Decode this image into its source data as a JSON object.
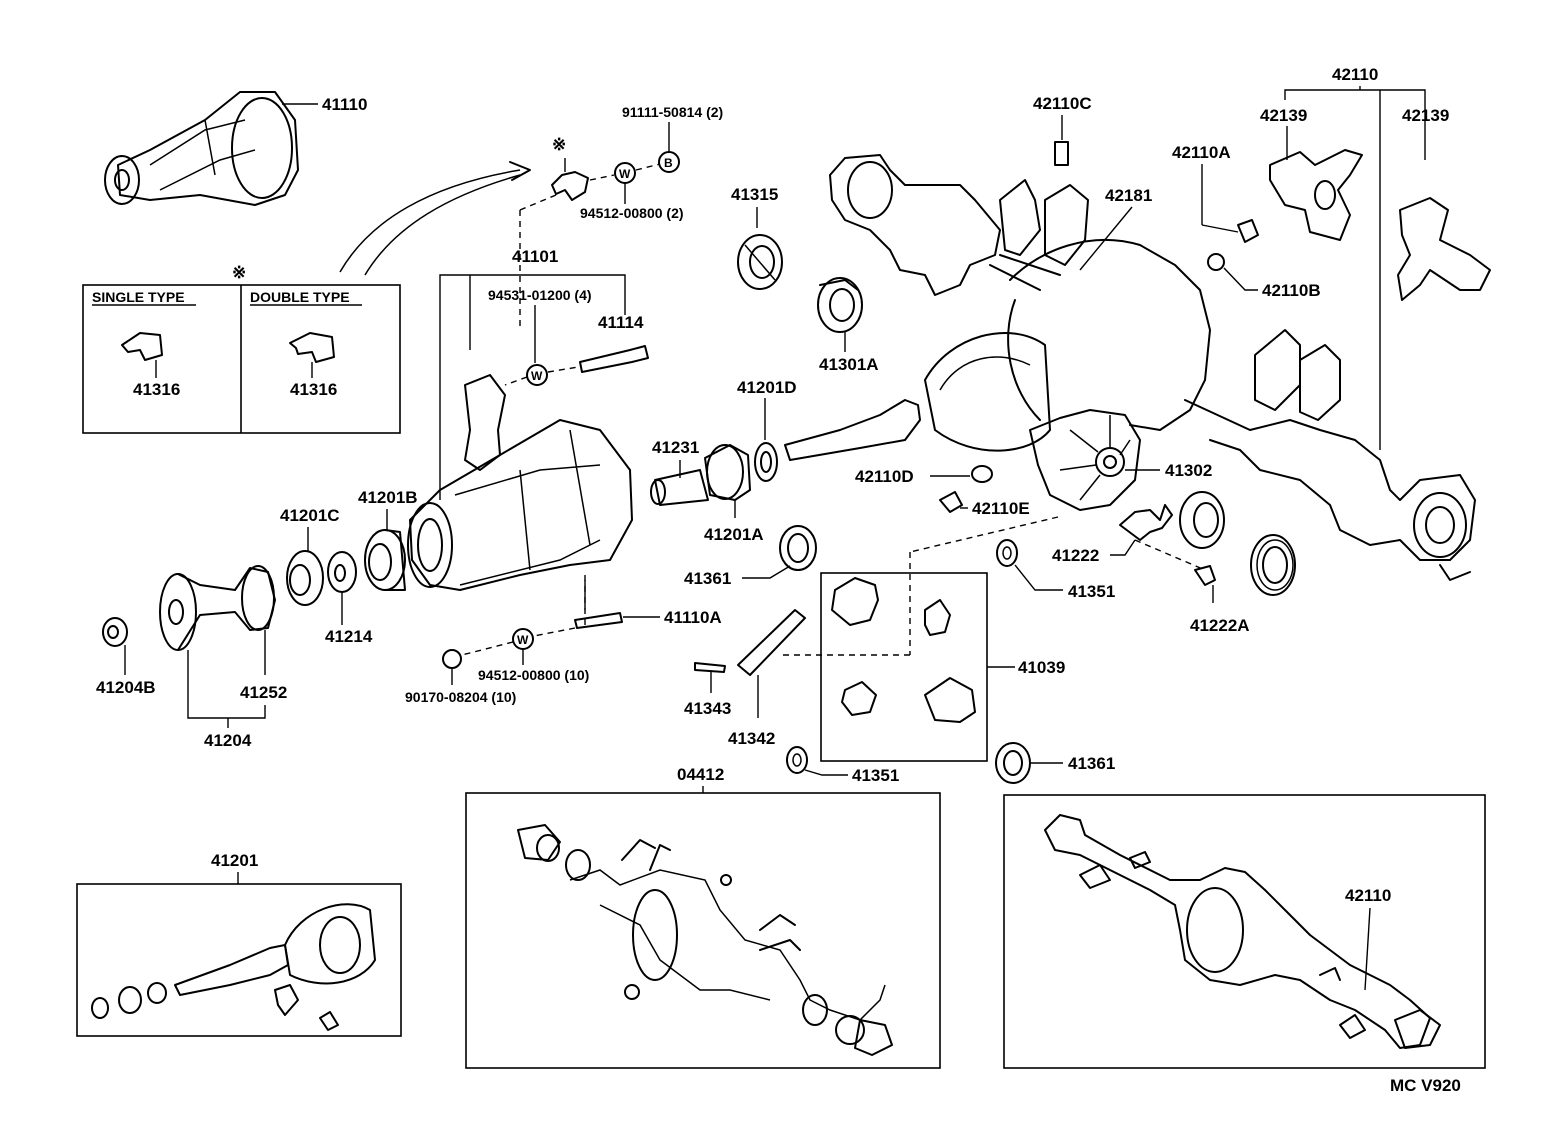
{
  "labels": {
    "p41110": "41110",
    "p91111": "91111-50814 (2)",
    "p94512a": "94512-00800 (2)",
    "p41101": "41101",
    "p94531": "94531-01200 (4)",
    "p41114": "41114",
    "p41315": "41315",
    "p41301A": "41301A",
    "p42110C": "42110C",
    "p42110A": "42110A",
    "p42110top": "42110",
    "p42139a": "42139",
    "p42139b": "42139",
    "p42181": "42181",
    "p42110B": "42110B",
    "p41231": "41231",
    "p41201D": "41201D",
    "p41201A": "41201A",
    "p42110D": "42110D",
    "p42110E": "42110E",
    "p41302": "41302",
    "p41201C": "41201C",
    "p41201B": "41201B",
    "p41214": "41214",
    "p41361a": "41361",
    "p41110A": "41110A",
    "p94512b": "94512-00800 (10)",
    "p90170": "90170-08204 (10)",
    "p41204B": "41204B",
    "p41252": "41252",
    "p41204": "41204",
    "p41222": "41222",
    "p41222A": "41222A",
    "p41351a": "41351",
    "p41039": "41039",
    "p41343": "41343",
    "p41342": "41342",
    "p41351b": "41351",
    "p41361b": "41361",
    "p04412": "04412",
    "p41201": "41201",
    "p42110box": "42110",
    "single_type": "SINGLE TYPE",
    "double_type": "DOUBLE TYPE",
    "p41316a": "41316",
    "p41316b": "41316",
    "asterisk": "※",
    "code": "MC V920"
  },
  "circle_marks": {
    "bolt_b": "B",
    "washer_w1": "W",
    "washer_w2": "W",
    "washer_w3": "W"
  }
}
